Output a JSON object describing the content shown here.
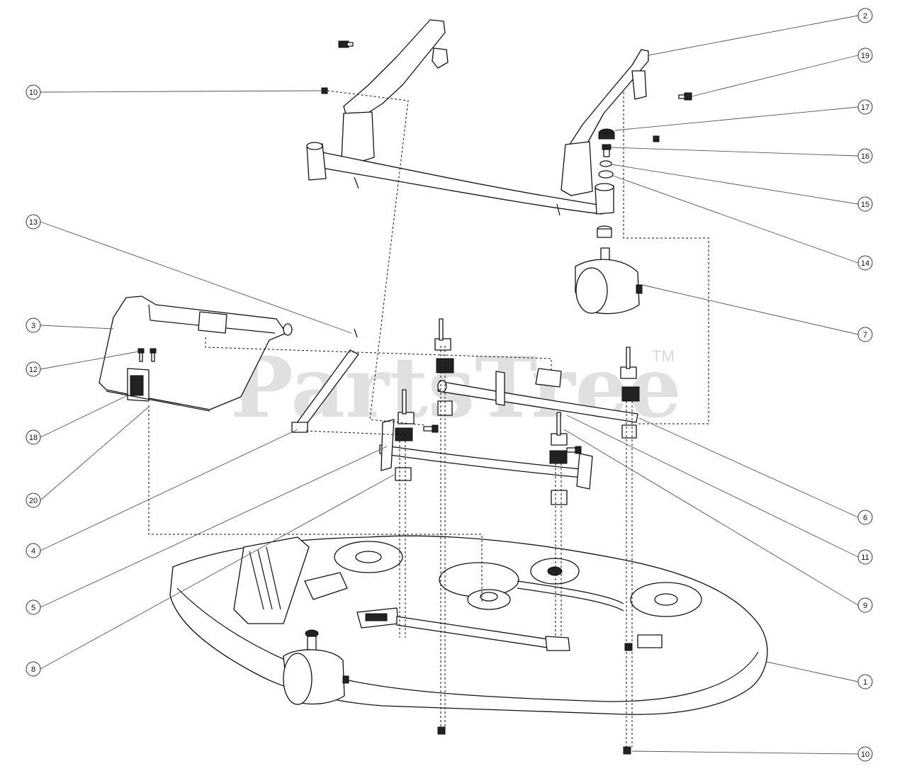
{
  "watermark": {
    "text": "PartsTree",
    "trademark": "TM"
  },
  "callouts": [
    {
      "id": "c2",
      "label": "2"
    },
    {
      "id": "c19",
      "label": "19"
    },
    {
      "id": "c17",
      "label": "17"
    },
    {
      "id": "c16",
      "label": "16"
    },
    {
      "id": "c15",
      "label": "15"
    },
    {
      "id": "c14",
      "label": "14"
    },
    {
      "id": "c7",
      "label": "7"
    },
    {
      "id": "c6",
      "label": "6"
    },
    {
      "id": "c11",
      "label": "11"
    },
    {
      "id": "c9",
      "label": "9"
    },
    {
      "id": "c1",
      "label": "1"
    },
    {
      "id": "c10b",
      "label": "10"
    },
    {
      "id": "c10a",
      "label": "10"
    },
    {
      "id": "c13",
      "label": "13"
    },
    {
      "id": "c3",
      "label": "3"
    },
    {
      "id": "c12",
      "label": "12"
    },
    {
      "id": "c18",
      "label": "18"
    },
    {
      "id": "c20",
      "label": "20"
    },
    {
      "id": "c4",
      "label": "4"
    },
    {
      "id": "c5",
      "label": "5"
    },
    {
      "id": "c8",
      "label": "8"
    }
  ]
}
